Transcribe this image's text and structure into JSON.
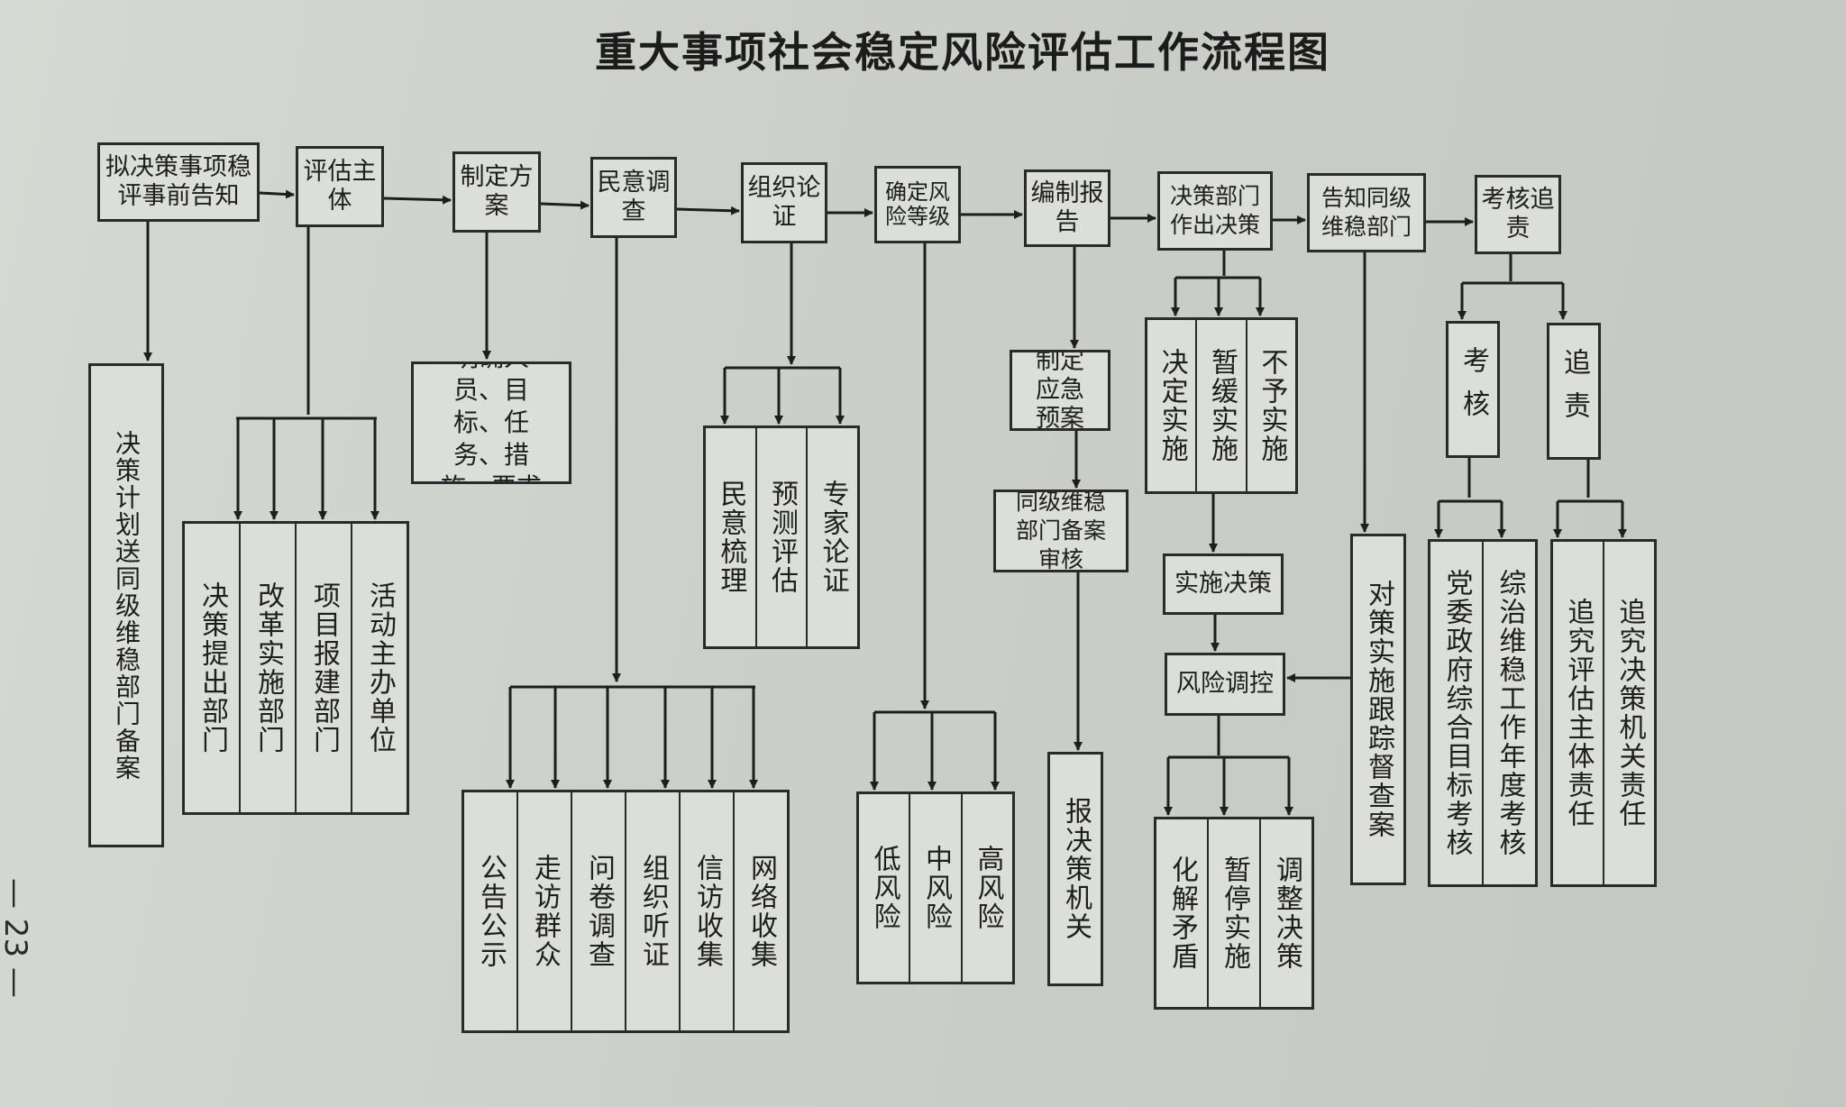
{
  "title": "重大事项社会稳定风险评估工作流程图",
  "page_number": "— 23 —",
  "steps": [
    {
      "label": "拟决策事项稳评事前告知"
    },
    {
      "label": "评估主体"
    },
    {
      "label": "制定方案"
    },
    {
      "label": "民意调查"
    },
    {
      "label": "组织论证"
    },
    {
      "label": "确定风险等级"
    },
    {
      "label": "编制报告"
    },
    {
      "label": "决策部门作出决策"
    },
    {
      "label": "告知同级维稳部门"
    },
    {
      "label": "考核追责"
    }
  ],
  "step1_detail": "决策计划送同级维稳部门备案",
  "step2_subjects": [
    "决策提出部门",
    "改革实施部门",
    "项目报建部门",
    "活动主办单位"
  ],
  "step3_detail": "明确人员、目标、任务、措施、要求",
  "step4_methods": [
    "公告公示",
    "走访群众",
    "问卷调查",
    "组织听证",
    "信访收集",
    "网络收集"
  ],
  "step5_methods": [
    "民意梳理",
    "预测评估",
    "专家论证"
  ],
  "step6_levels": [
    "低风险",
    "中风险",
    "高风险"
  ],
  "step7_plan": "制定应急预案",
  "step7_review": "同级维稳部门备案审核",
  "step7_report": "报决策机关",
  "step8_decisions": [
    "决定实施",
    "暂缓实施",
    "不予实施"
  ],
  "step8_implement": "实施决策",
  "step8_control": "风险调控",
  "step8_measures": [
    "化解矛盾",
    "暂停实施",
    "调整决策"
  ],
  "step9_detail": "对策实施跟踪督查案",
  "step10_a": "考核",
  "step10_b": "追责",
  "step10_a_items": [
    "党委政府综合目标考核",
    "综治维稳工作年度考核"
  ],
  "step10_b_items": [
    "追究评估主体责任",
    "追究决策机关责任"
  ]
}
